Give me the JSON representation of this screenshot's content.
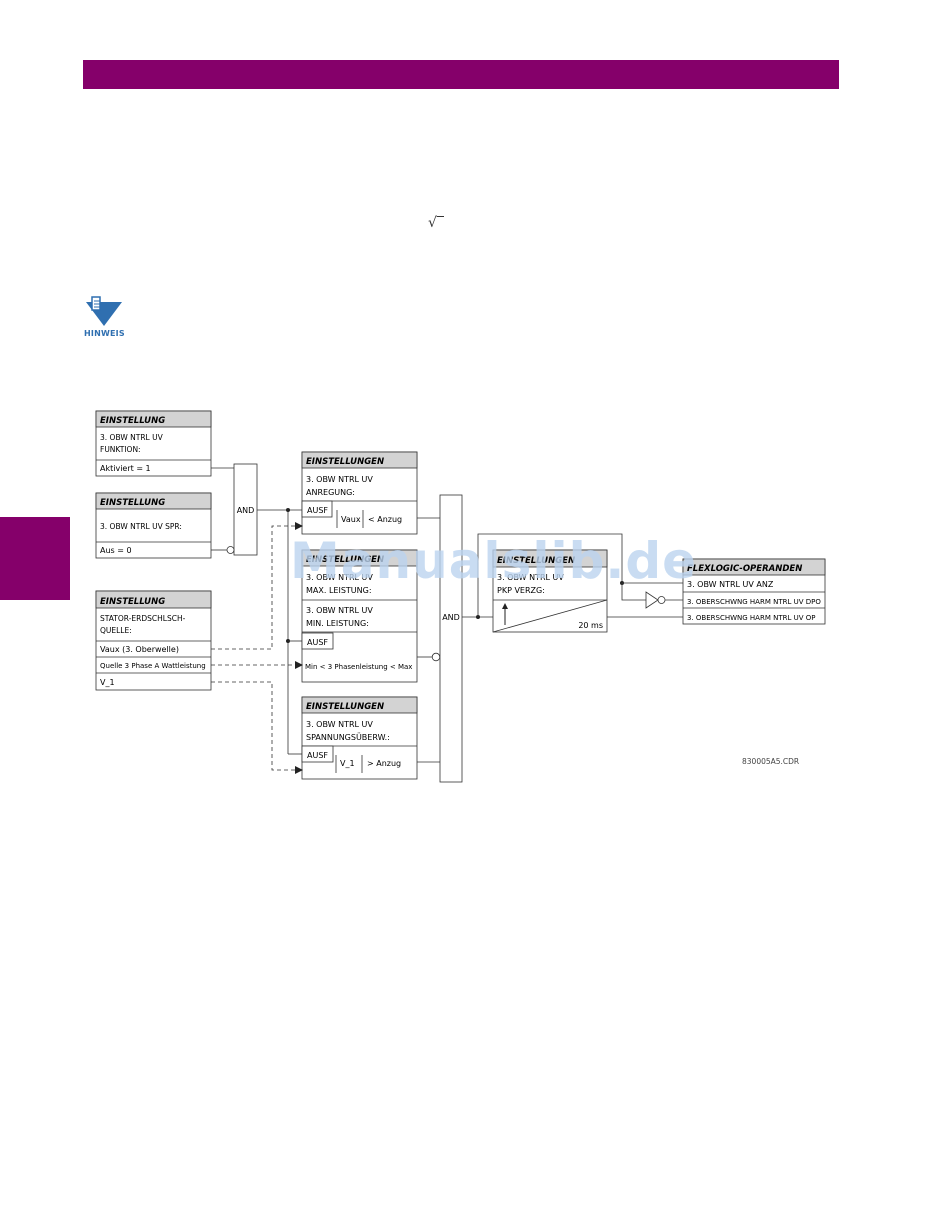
{
  "colors": {
    "accent": "#85006a",
    "hinweis": "#2f6fb0",
    "header_fill": "#d3d3d3",
    "watermark": "#bcd4ef"
  },
  "top_symbol": "√‾",
  "note": {
    "icon": "note-hand-icon",
    "label": "HINWEIS"
  },
  "watermark": "Manualslib.de",
  "blocks": {
    "func": {
      "header": "EINSTELLUNG",
      "line1": "3. OBW NTRL UV",
      "line2": "FUNKTION:",
      "value": "Aktiviert = 1"
    },
    "block": {
      "header": "EINSTELLUNG",
      "line1": "3. OBW NTRL UV SPR:",
      "value": "Aus = 0"
    },
    "source": {
      "header": "EINSTELLUNG",
      "line1": "STATOR-ERDSCHLSCH-",
      "line2": "QUELLE:",
      "value1": "Vaux (3. Oberwelle)",
      "value2": "Quelle 3 Phase A Wattleistung",
      "value3": "V_1"
    },
    "pickup": {
      "header": "EINSTELLUNGEN",
      "line1": "3. OBW NTRL UV",
      "line2": "ANREGUNG:",
      "run": "AUSF",
      "cond_a": "Vaux",
      "cond_b": "< Anzug"
    },
    "power": {
      "header": "EINSTELLUNGEN",
      "line1": "3. OBW NTRL UV",
      "line2": "MAX. LEISTUNG:",
      "line3": "3. OBW NTRL UV",
      "line4": "MIN. LEISTUNG:",
      "run": "AUSF",
      "cond": "Min < 3 Phasenleistung < Max"
    },
    "volt": {
      "header": "EINSTELLUNGEN",
      "line1": "3. OBW NTRL UV",
      "line2": "SPANNUNGSÜBERW.:",
      "run": "AUSF",
      "cond_a": "V_1",
      "cond_b": "> Anzug"
    },
    "delay": {
      "header": "EINSTELLUNGEN",
      "line1": "3. OBW NTRL UV",
      "line2": "PKP VERZG:",
      "time": "20 ms"
    },
    "operands": {
      "header": "FLEXLOGIC-OPERANDEN",
      "op1": "3. OBW NTRL UV ANZ",
      "op2": "3. OBERSCHWNG HARM NTRL UV DPO",
      "op3": "3. OBERSCHWNG HARM NTRL UV OP"
    }
  },
  "gates": {
    "and1": "AND",
    "and2": "AND"
  },
  "figure_id": "830005A5.CDR"
}
